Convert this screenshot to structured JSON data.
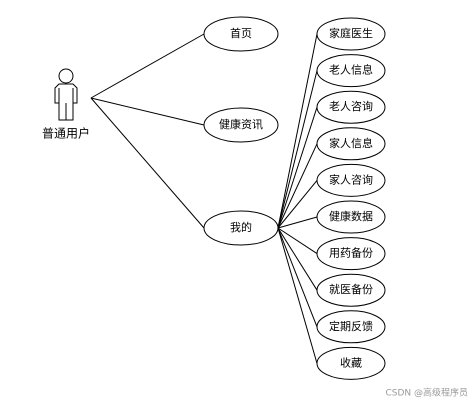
{
  "actor": {
    "label": "普通用户",
    "icon": "stick-figure-actor-icon"
  },
  "use_cases_main": [
    {
      "id": "home",
      "label": "首页"
    },
    {
      "id": "health-news",
      "label": "健康资讯"
    },
    {
      "id": "mine",
      "label": "我的"
    }
  ],
  "use_cases_mine": [
    {
      "id": "family-doctor",
      "label": "家庭医生"
    },
    {
      "id": "elder-info",
      "label": "老人信息"
    },
    {
      "id": "elder-consult",
      "label": "老人咨询"
    },
    {
      "id": "family-info",
      "label": "家人信息"
    },
    {
      "id": "family-consult",
      "label": "家人咨询"
    },
    {
      "id": "health-data",
      "label": "健康数据"
    },
    {
      "id": "medication-backup",
      "label": "用药备份"
    },
    {
      "id": "visit-backup",
      "label": "就医备份"
    },
    {
      "id": "scheduled-feedback",
      "label": "定期反馈"
    },
    {
      "id": "favorites",
      "label": "收藏"
    }
  ],
  "watermark": "CSDN @高级程序员"
}
